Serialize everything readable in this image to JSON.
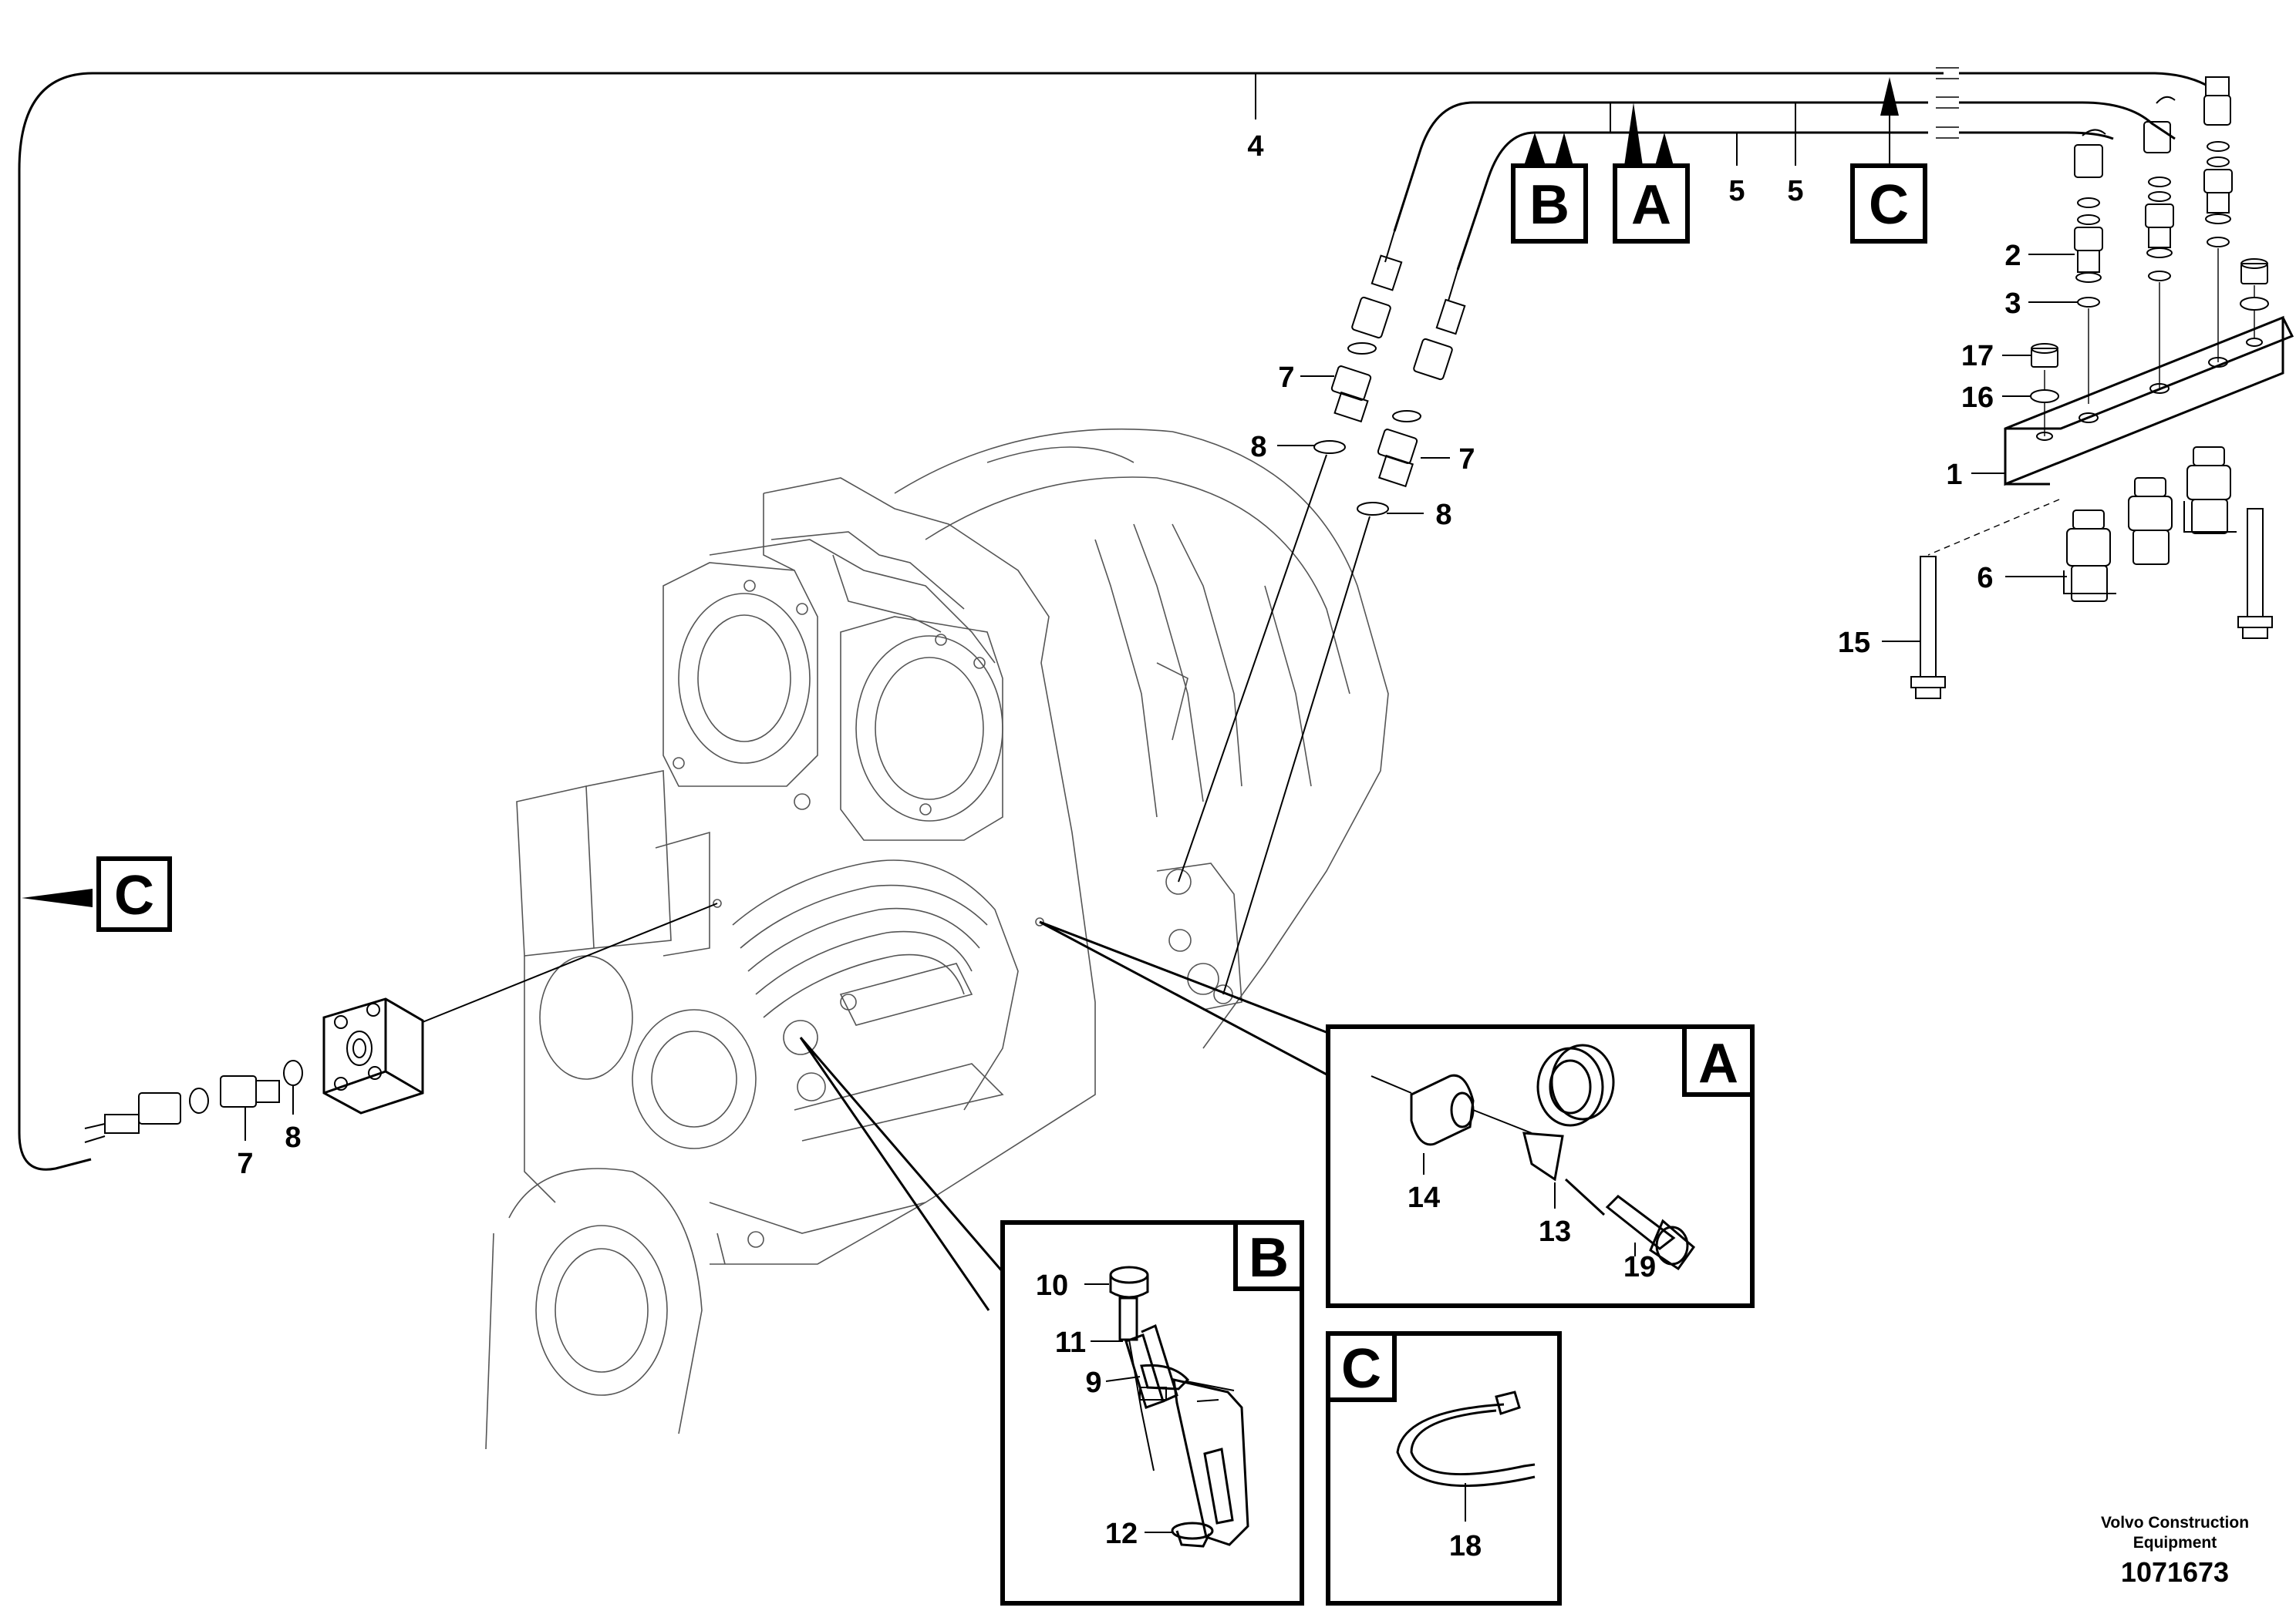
{
  "callouts": {
    "c1": "1",
    "c2": "2",
    "c3": "3",
    "c4": "4",
    "c5a": "5",
    "c5b": "5",
    "c6": "6",
    "c7a": "7",
    "c7b": "7",
    "c7c": "7",
    "c8a": "8",
    "c8b": "8",
    "c8c": "8",
    "c9": "9",
    "c10": "10",
    "c11": "11",
    "c12": "12",
    "c13": "13",
    "c14": "14",
    "c15": "15",
    "c16": "16",
    "c17": "17",
    "c18": "18",
    "c19": "19"
  },
  "refs": {
    "a": "A",
    "b": "B",
    "c": "C"
  },
  "detail_labels": {
    "a": "A",
    "b": "B",
    "c": "C"
  },
  "footer": {
    "brand_line1": "Volvo Construction",
    "brand_line2": "Equipment",
    "figure_number": "1071673"
  }
}
